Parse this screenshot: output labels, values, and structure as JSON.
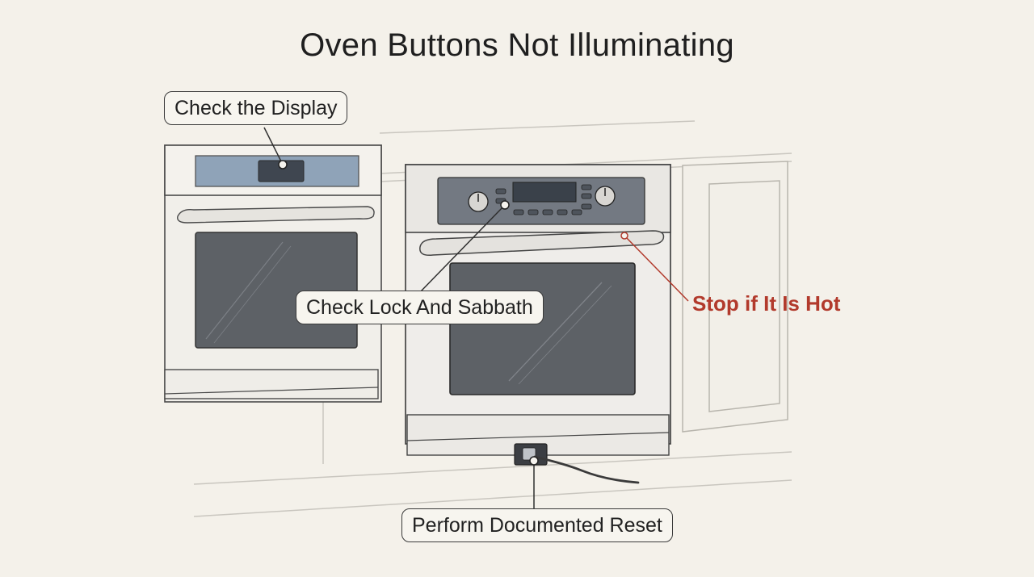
{
  "diagram": {
    "title": "Oven Buttons Not Illuminating",
    "callouts": {
      "display": "Check the Display",
      "lock": "Check Lock And Sabbath",
      "reset": "Perform Documented Reset"
    },
    "warning": "Stop if It Is Hot",
    "colors": {
      "background": "#f4f1ea",
      "line": "#3a3a3a",
      "warning": "#b23a2c",
      "display_panel": "#8fa3b8",
      "window": "#5d6166"
    }
  }
}
